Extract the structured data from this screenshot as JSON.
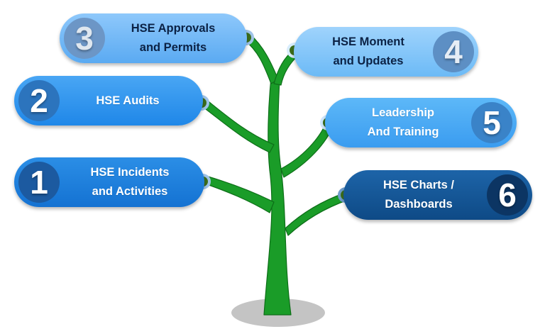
{
  "diagram": {
    "colors": {
      "trunk": "#1a9c28",
      "trunk_edge": "#0d6e18",
      "node": "#3c6e1c",
      "ground_shadow": "#c4c4c4"
    },
    "items": [
      {
        "number": "1",
        "label": "HSE Incidents\nand Activities"
      },
      {
        "number": "2",
        "label": "HSE Audits"
      },
      {
        "number": "3",
        "label": "HSE Approvals\nand Permits"
      },
      {
        "number": "4",
        "label": "HSE Moment\nand Updates"
      },
      {
        "number": "5",
        "label": "Leadership\nAnd Training"
      },
      {
        "number": "6",
        "label": "HSE Charts /\nDashboards"
      }
    ]
  }
}
